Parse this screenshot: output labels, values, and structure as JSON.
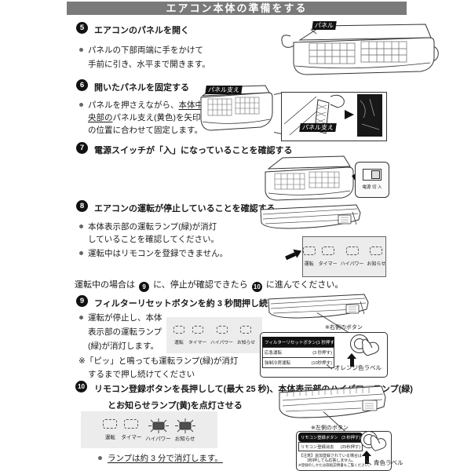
{
  "colors": {
    "header_bg": "#7a7a7a",
    "label_bg": "#111111",
    "panel_bg": "#ececec"
  },
  "header": {
    "title": "エアコン本体の準備をする"
  },
  "lamps": {
    "labels": [
      "運転",
      "タイマー",
      "ハイパワー",
      "お知らせ"
    ]
  },
  "step5": {
    "num": "5",
    "title": "エアコンのパネルを開く",
    "line1": "パネルの下部両端に手をかけて",
    "line2": "手前に引き、水平まで開きます。",
    "panel_label": "パネル"
  },
  "step6": {
    "num": "6",
    "title": "開いたパネルを固定する",
    "l1_pre": "パネルを押さえながら、",
    "l1_u": "本体中",
    "l2_u": "央部の",
    "l2_post": "パネル支え(黄色)を矢印",
    "l3": "の位置に合わせて固定します。",
    "support_label_top": "パネル支え",
    "support_label_inset": "パネル支え"
  },
  "step7": {
    "num": "7",
    "title": "電源スイッチが「入」になっていることを確認する",
    "switch_power": "電源",
    "switch_off": "切",
    "switch_on": "入"
  },
  "step8": {
    "num": "8",
    "title": "エアコンの運転が停止していることを確認する",
    "b1_line1": "本体表示部の運転ランプ(緑)が消灯",
    "b1_line2": "していることを確認してください。",
    "b2": "運転中はリモコンを登録できません。"
  },
  "midnote": {
    "pre": "運転中の場合は",
    "n9": "9",
    "mid": "に、停止が確認できたら",
    "n10": "10",
    "post": "に進んでください。"
  },
  "step9": {
    "num": "9",
    "title": "フィルターリセットボタンを約 3 秒間押し続ける",
    "b1_line1": "運転が停止し、本体",
    "b1_line2": "表示部の運転ランプ",
    "b1_line3": "(緑)が消灯します。",
    "note_line1": "※「ピッ」と鳴っても運転ランプ(緑)が消灯",
    "note_line2": "するまで押し続けてください",
    "button_side_label": "※右側のボタン",
    "rows": [
      {
        "name": "フィルターリセットボタン",
        "time": "(1 秒押す)"
      },
      {
        "name": "応急運転",
        "time": "(3 秒押す)"
      },
      {
        "name": "強制冷房運転",
        "time": "(10秒押す)"
      }
    ],
    "orange_label": "オレンジ色ラベル"
  },
  "step10": {
    "num": "10",
    "title_line1": "リモコン登録ボタンを長押しして(最大 25 秒)、本体表示部のハイパワーランプ(緑)",
    "title_line2": "とお知らせランプ(黄)を点灯させる",
    "bullet": "ランプは約 3 分で消灯します。",
    "button_side_label": "※左側のボタン",
    "rows": [
      {
        "name": "リモコン登録ボタン",
        "time": "(3 秒押す)"
      },
      {
        "name": "リモコン登録消去",
        "time": "(25秒押す)"
      }
    ],
    "caution_line1": "【注意】追加登録されている場合は",
    "caution_line2": "3秒押しても応答しません。",
    "note": "※登録のしかたは取扱説明書もご覧ください。",
    "blue_label": "青色ラベル"
  }
}
